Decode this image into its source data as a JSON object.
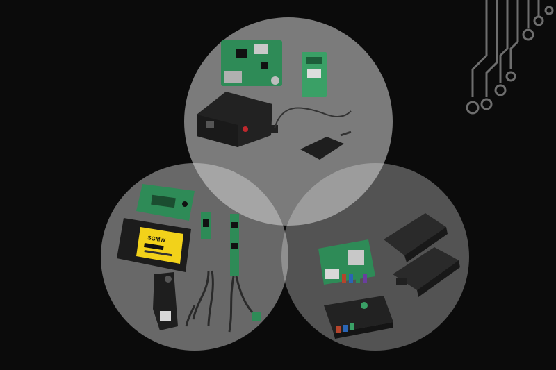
{
  "scene": {
    "background_color": "#0b0b0b",
    "circle_fill": "#d9d9d9",
    "pcb_green": "#2e8b57",
    "label_yellow": "#f2d21a",
    "housing_black": "#222222",
    "groups": [
      {
        "name": "top-group",
        "items": [
          "pcb-board-large",
          "pcb-board-small",
          "black-module-box",
          "sensor-connector-cable"
        ]
      },
      {
        "name": "left-group",
        "items": [
          "pcb-board-with-display",
          "yellow-label-control-box",
          "pcb-strip-small",
          "pcb-strip-long",
          "sensor-bracket",
          "wire-harness-left",
          "wire-harness-right"
        ]
      },
      {
        "name": "right-group",
        "items": [
          "pcb-board-with-connectors",
          "black-housing-top",
          "black-housing-bottom",
          "black-ecu-box"
        ]
      }
    ],
    "visible_text": {
      "label_brand": "SGMW"
    }
  }
}
